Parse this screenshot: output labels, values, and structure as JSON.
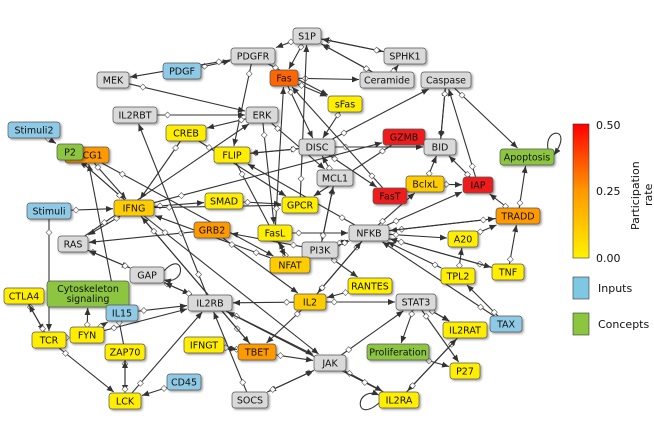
{
  "colorbar": {
    "title_line1": "Participation",
    "title_line2": "rate",
    "ticks": [
      "0.50",
      "0.25",
      "0.00"
    ],
    "color_min": "#fff200",
    "color_max": "#ff0000"
  },
  "legend": [
    {
      "label": "Inputs",
      "color": "#7ec8e3"
    },
    {
      "label": "Concepts",
      "color": "#8cc63f"
    }
  ],
  "node_colors": {
    "gray": "#d9d9d9",
    "blue": "#8ecae6",
    "green": "#8cc63f",
    "yellow": "#ffee00",
    "lightorange": "#ffcc00",
    "orange": "#ff9900",
    "darkorange": "#ff6600",
    "red": "#ee1c1c"
  },
  "nodes": [
    {
      "id": "S1P",
      "label": "S1P",
      "kind": "gray"
    },
    {
      "id": "SPHK1",
      "label": "SPHK1",
      "kind": "gray"
    },
    {
      "id": "PDGFR",
      "label": "PDGFR",
      "kind": "gray"
    },
    {
      "id": "PDGF",
      "label": "PDGF",
      "kind": "blue"
    },
    {
      "id": "MEK",
      "label": "MEK",
      "kind": "gray"
    },
    {
      "id": "Fas",
      "label": "Fas",
      "kind": "darkorange"
    },
    {
      "id": "Ceramide",
      "label": "Ceramide",
      "kind": "gray"
    },
    {
      "id": "Caspase",
      "label": "Caspase",
      "kind": "gray"
    },
    {
      "id": "sFas",
      "label": "sFas",
      "kind": "yellow"
    },
    {
      "id": "IL2RBT",
      "label": "IL2RBT",
      "kind": "gray"
    },
    {
      "id": "ERK",
      "label": "ERK",
      "kind": "gray"
    },
    {
      "id": "Stimuli2",
      "label": "Stimuli2",
      "kind": "blue"
    },
    {
      "id": "CREB",
      "label": "CREB",
      "kind": "yellow"
    },
    {
      "id": "PLCG1",
      "label": "PLCG1",
      "kind": "orange"
    },
    {
      "id": "FLIP",
      "label": "FLIP",
      "kind": "yellow"
    },
    {
      "id": "DISC",
      "label": "DISC",
      "kind": "gray"
    },
    {
      "id": "GZMB",
      "label": "GZMB",
      "kind": "red"
    },
    {
      "id": "BID",
      "label": "BID",
      "kind": "gray"
    },
    {
      "id": "Apoptosis",
      "label": "Apoptosis",
      "kind": "green"
    },
    {
      "id": "P2",
      "label": "P2",
      "kind": "green"
    },
    {
      "id": "MCL1",
      "label": "MCL1",
      "kind": "gray"
    },
    {
      "id": "BclxL",
      "label": "BclxL",
      "kind": "lightorange"
    },
    {
      "id": "FasT",
      "label": "FasT",
      "kind": "red"
    },
    {
      "id": "IAP",
      "label": "IAP",
      "kind": "red"
    },
    {
      "id": "Stimuli",
      "label": "Stimuli",
      "kind": "blue"
    },
    {
      "id": "IFNG",
      "label": "IFNG",
      "kind": "lightorange"
    },
    {
      "id": "SMAD",
      "label": "SMAD",
      "kind": "yellow"
    },
    {
      "id": "GPCR",
      "label": "GPCR",
      "kind": "yellow"
    },
    {
      "id": "TRADD",
      "label": "TRADD",
      "kind": "orange"
    },
    {
      "id": "GRB2",
      "label": "GRB2",
      "kind": "orange"
    },
    {
      "id": "FasL",
      "label": "FasL",
      "kind": "yellow"
    },
    {
      "id": "NFKB",
      "label": "NFKB",
      "kind": "gray"
    },
    {
      "id": "A20",
      "label": "A20",
      "kind": "yellow"
    },
    {
      "id": "RAS",
      "label": "RAS",
      "kind": "gray"
    },
    {
      "id": "PI3K",
      "label": "PI3K",
      "kind": "gray"
    },
    {
      "id": "NFAT",
      "label": "NFAT",
      "kind": "lightorange"
    },
    {
      "id": "TNF",
      "label": "TNF",
      "kind": "yellow"
    },
    {
      "id": "GAP",
      "label": "GAP",
      "kind": "gray"
    },
    {
      "id": "TPL2",
      "label": "TPL2",
      "kind": "yellow"
    },
    {
      "id": "CTLA4",
      "label": "CTLA4",
      "kind": "yellow"
    },
    {
      "id": "Cytoskeleton",
      "label": "Cytoskeleton signaling",
      "kind": "green"
    },
    {
      "id": "RANTES",
      "label": "RANTES",
      "kind": "yellow"
    },
    {
      "id": "IL15",
      "label": "IL15",
      "kind": "blue"
    },
    {
      "id": "IL2RB",
      "label": "IL2RB",
      "kind": "gray"
    },
    {
      "id": "IL2",
      "label": "IL2",
      "kind": "lightorange"
    },
    {
      "id": "STAT3",
      "label": "STAT3",
      "kind": "gray"
    },
    {
      "id": "TAX",
      "label": "TAX",
      "kind": "blue"
    },
    {
      "id": "TCR",
      "label": "TCR",
      "kind": "yellow"
    },
    {
      "id": "FYN",
      "label": "FYN",
      "kind": "yellow"
    },
    {
      "id": "IL2RAT",
      "label": "IL2RAT",
      "kind": "yellow"
    },
    {
      "id": "ZAP70",
      "label": "ZAP70",
      "kind": "yellow"
    },
    {
      "id": "IFNGT",
      "label": "IFNGT",
      "kind": "yellow"
    },
    {
      "id": "TBET",
      "label": "TBET",
      "kind": "orange"
    },
    {
      "id": "Proliferation",
      "label": "Proliferation",
      "kind": "green"
    },
    {
      "id": "JAK",
      "label": "JAK",
      "kind": "gray"
    },
    {
      "id": "P27",
      "label": "P27",
      "kind": "yellow"
    },
    {
      "id": "CD45",
      "label": "CD45",
      "kind": "blue"
    },
    {
      "id": "LCK",
      "label": "LCK",
      "kind": "yellow"
    },
    {
      "id": "SOCS",
      "label": "SOCS",
      "kind": "gray"
    },
    {
      "id": "IL2RA",
      "label": "IL2RA",
      "kind": "yellow"
    }
  ],
  "edges": [
    [
      "S1P",
      "SPHK1"
    ],
    [
      "SPHK1",
      "S1P"
    ],
    [
      "S1P",
      "PDGFR"
    ],
    [
      "S1P",
      "Ceramide"
    ],
    [
      "S1P",
      "Fas"
    ],
    [
      "PDGF",
      "PDGFR"
    ],
    [
      "PDGFR",
      "MEK"
    ],
    [
      "PDGFR",
      "FLIP"
    ],
    [
      "PDGFR",
      "sFas"
    ],
    [
      "Ceramide",
      "S1P"
    ],
    [
      "Fas",
      "DISC"
    ],
    [
      "Fas",
      "sFas"
    ],
    [
      "Fas",
      "Ceramide"
    ],
    [
      "sFas",
      "DISC"
    ],
    [
      "Ceramide",
      "SPHK1"
    ],
    [
      "MEK",
      "ERK"
    ],
    [
      "IL2RBT",
      "ERK"
    ],
    [
      "ERK",
      "CREB"
    ],
    [
      "ERK",
      "FasL"
    ],
    [
      "ERK",
      "MCL1"
    ],
    [
      "Stimuli2",
      "P2"
    ],
    [
      "P2",
      "IFNG"
    ],
    [
      "CREB",
      "IFNG"
    ],
    [
      "PLCG1",
      "IFNG"
    ],
    [
      "IFNG",
      "P2"
    ],
    [
      "FLIP",
      "DISC"
    ],
    [
      "DISC",
      "FLIP"
    ],
    [
      "DISC",
      "BID"
    ],
    [
      "DISC",
      "Caspase"
    ],
    [
      "GZMB",
      "BID"
    ],
    [
      "BID",
      "Caspase"
    ],
    [
      "Caspase",
      "Apoptosis"
    ],
    [
      "Caspase",
      "BID"
    ],
    [
      "MCL1",
      "DISC"
    ],
    [
      "BclxL",
      "BID"
    ],
    [
      "IAP",
      "Caspase"
    ],
    [
      "IAP",
      "BID"
    ],
    [
      "FasT",
      "Fas"
    ],
    [
      "NFKB",
      "IAP"
    ],
    [
      "NFKB",
      "BclxL"
    ],
    [
      "NFKB",
      "FLIP"
    ],
    [
      "NFKB",
      "TRADD"
    ],
    [
      "TRADD",
      "NFKB"
    ],
    [
      "TRADD",
      "IAP"
    ],
    [
      "TRADD",
      "Apoptosis"
    ],
    [
      "NFKB",
      "A20"
    ],
    [
      "A20",
      "TRADD"
    ],
    [
      "TNF",
      "TRADD"
    ],
    [
      "TNF",
      "NFKB"
    ],
    [
      "TPL2",
      "NFKB"
    ],
    [
      "TAX",
      "TPL2"
    ],
    [
      "TAX",
      "NFKB"
    ],
    [
      "Stimuli",
      "IFNG"
    ],
    [
      "Stimuli",
      "TCR"
    ],
    [
      "IFNG",
      "SMAD"
    ],
    [
      "IFNG",
      "GPCR"
    ],
    [
      "IFNG",
      "RAS"
    ],
    [
      "IFNG",
      "GZMB"
    ],
    [
      "SMAD",
      "GPCR"
    ],
    [
      "GPCR",
      "S1P"
    ],
    [
      "GRB2",
      "RAS"
    ],
    [
      "RAS",
      "GAP"
    ],
    [
      "GAP",
      "RAS"
    ],
    [
      "RAS",
      "ERK"
    ],
    [
      "PI3K",
      "NFKB"
    ],
    [
      "PI3K",
      "GRB2"
    ],
    [
      "PI3K",
      "RANTES"
    ],
    [
      "FasL",
      "NFKB"
    ],
    [
      "FasL",
      "Fas"
    ],
    [
      "NFAT",
      "FasL"
    ],
    [
      "NFAT",
      "IFNG"
    ],
    [
      "CTLA4",
      "TCR"
    ],
    [
      "TCR",
      "CTLA4"
    ],
    [
      "TCR",
      "FYN"
    ],
    [
      "TCR",
      "LCK"
    ],
    [
      "FYN",
      "Cytoskeleton"
    ],
    [
      "FYN",
      "IL2RB"
    ],
    [
      "ZAP70",
      "LCK"
    ],
    [
      "LCK",
      "ZAP70"
    ],
    [
      "CD45",
      "LCK"
    ],
    [
      "LCK",
      "IL2RB"
    ],
    [
      "IL15",
      "IL2RB"
    ],
    [
      "IL2RB",
      "JAK"
    ],
    [
      "IL2RB",
      "IL2RBT"
    ],
    [
      "IL2",
      "IL2RB"
    ],
    [
      "IL2",
      "STAT3"
    ],
    [
      "STAT3",
      "IL2RAT"
    ],
    [
      "STAT3",
      "P27"
    ],
    [
      "STAT3",
      "Proliferation"
    ],
    [
      "JAK",
      "STAT3"
    ],
    [
      "JAK",
      "SOCS"
    ],
    [
      "SOCS",
      "JAK"
    ],
    [
      "SOCS",
      "IL2RB"
    ],
    [
      "IL2RAT",
      "IL2RA"
    ],
    [
      "IL2RA",
      "IL2RAT"
    ],
    [
      "JAK",
      "IL2RA"
    ],
    [
      "TBET",
      "IFNGT"
    ],
    [
      "TBET",
      "IFNG"
    ],
    [
      "IFNGT",
      "TBET"
    ],
    [
      "IL2",
      "TBET"
    ],
    [
      "IFNG",
      "TBET"
    ],
    [
      "IFNG",
      "JAK"
    ],
    [
      "GRB2",
      "IL2"
    ],
    [
      "RANTES",
      "IL2"
    ],
    [
      "NFKB",
      "IL2"
    ],
    [
      "STAT3",
      "IL2RAT"
    ],
    [
      "IL2RA",
      "IL2RB"
    ],
    [
      "Proliferation",
      "P27"
    ],
    [
      "TBET",
      "JAK"
    ],
    [
      "NFKB",
      "TNF"
    ],
    [
      "GZMB",
      "GPCR"
    ],
    [
      "FLIP",
      "NFAT"
    ],
    [
      "NFKB",
      "NFAT"
    ],
    [
      "DISC",
      "FasT"
    ],
    [
      "BclxL",
      "IAP"
    ],
    [
      "MCL1",
      "PI3K"
    ],
    [
      "PI3K",
      "MCL1"
    ],
    [
      "TPL2",
      "A20"
    ],
    [
      "IL2",
      "NFKB"
    ],
    [
      "CREB",
      "GPCR"
    ],
    [
      "PLCG1",
      "NFAT"
    ],
    [
      "ZAP70",
      "PLCG1"
    ],
    [
      "FYN",
      "IL15"
    ],
    [
      "GAP",
      "IL2RB"
    ],
    [
      "IL2RB",
      "GAP"
    ]
  ]
}
